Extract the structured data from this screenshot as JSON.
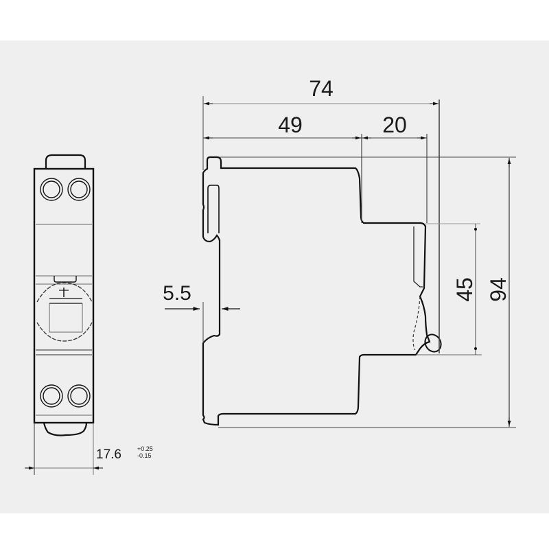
{
  "drawing": {
    "subject": "Miniature circuit breaker dimensional drawing",
    "units": "mm",
    "background_color": "#efefef",
    "line_color": "#111111",
    "dimension_line_color": "#555555"
  },
  "front_view": {
    "width_dimension": {
      "value": "17.6",
      "tolerance_upper": "+0.25",
      "tolerance_lower": "-0.15"
    }
  },
  "side_view": {
    "dimensions": {
      "overall_depth": "74",
      "body_depth": "49",
      "front_protrusion": "20",
      "rail_offset": "5.5",
      "front_height": "45",
      "overall_height": "94"
    }
  }
}
